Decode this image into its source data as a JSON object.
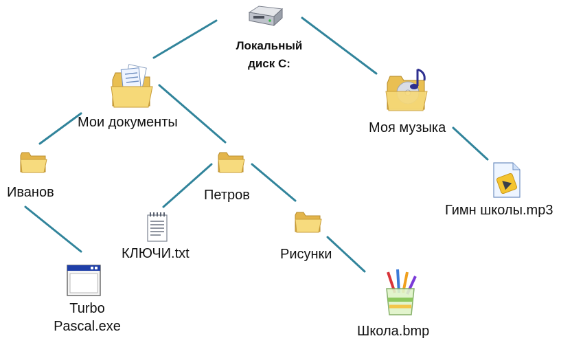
{
  "diagram": {
    "colors": {
      "edge": "#31849b",
      "folder": "#f6d66b",
      "folder_dark": "#d7a93a",
      "label": "#111111"
    },
    "nodes": {
      "drive": {
        "label_line1": "Локальный",
        "label_line2": "диск С:",
        "icon": "hard-drive-icon"
      },
      "mydocs": {
        "label": "Мои документы",
        "icon": "documents-folder-icon"
      },
      "mymusic": {
        "label": "Моя музыка",
        "icon": "music-folder-icon"
      },
      "ivanov": {
        "label": "Иванов",
        "icon": "folder-icon"
      },
      "petrov": {
        "label": "Петров",
        "icon": "folder-icon"
      },
      "risunki": {
        "label": "Рисунки",
        "icon": "folder-icon"
      },
      "keys": {
        "label": "КЛЮЧИ.txt",
        "icon": "text-file-icon"
      },
      "turbo": {
        "label_line1": "Turbo",
        "label_line2": "Pascal.exe",
        "icon": "application-window-icon"
      },
      "shkola": {
        "label": "Школа.bmp",
        "icon": "paint-brushes-icon"
      },
      "anthem": {
        "label": "Гимн школы.mp3",
        "icon": "audio-file-icon"
      }
    }
  }
}
